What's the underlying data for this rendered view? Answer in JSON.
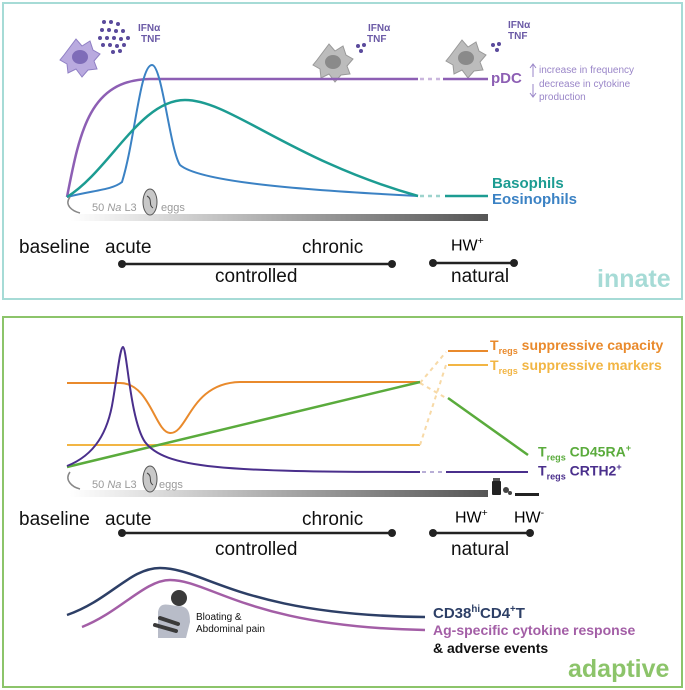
{
  "innate": {
    "panel_label": "innate",
    "cytokine_label_1": "IFNα",
    "cytokine_label_2": "TNF",
    "series": {
      "pdc": "pDC",
      "basophils": "Basophils",
      "eosinophils": "Eosinophils"
    },
    "pdc_note_1": "increase in frequency",
    "pdc_note_2": "decrease in cytokine",
    "pdc_note_3": "production",
    "infection_count": "50",
    "infection_species": "Na",
    "infection_stage": "L3",
    "eggs_label": "eggs",
    "timeline": {
      "baseline": "baseline",
      "acute": "acute",
      "chronic": "chronic",
      "controlled": "controlled",
      "hw": "HW",
      "hw_sup": "+",
      "natural": "natural"
    },
    "colors": {
      "border": "#a6dbd6",
      "pdc": "#8d5fb4",
      "basophils": "#1c9c92",
      "eosinophils": "#3b82c4",
      "label": "#a6dbd6"
    }
  },
  "adaptive": {
    "panel_label": "adaptive",
    "tregs": "T",
    "tregs_sub": "regs",
    "series": {
      "suppressive_capacity": "suppressive capacity",
      "suppressive_markers": "suppressive markers",
      "cd45ra": "CD45RA",
      "cd45ra_sup": "+",
      "crth2": "CRTH2",
      "crth2_sup": "+"
    },
    "infection_count": "50",
    "infection_species": "Na",
    "infection_stage": "L3",
    "eggs_label": "eggs",
    "timeline": {
      "baseline": "baseline",
      "acute": "acute",
      "chronic": "chronic",
      "controlled": "controlled",
      "hw_pos": "HW",
      "hw_pos_sup": "+",
      "hw_neg": "HW",
      "hw_neg_sup": "-",
      "natural": "natural"
    },
    "symptom_label_1": "Bloating &",
    "symptom_label_2": "Abdominal pain",
    "bottom_series": {
      "cd38_a": "CD38",
      "cd38_sup": "hi",
      "cd38_b": "CD4",
      "cd38_sup2": "+",
      "cd38_c": "T",
      "ag_response": "Ag-specific cytokine response",
      "adverse": "& adverse events"
    },
    "colors": {
      "border": "#8cc46a",
      "capacity": "#e98a2c",
      "markers": "#f2b544",
      "cd45ra": "#5aab3c",
      "crth2": "#4a2f8c",
      "cd38": "#2d3f66",
      "ag": "#a35ea6",
      "label": "#8cc46a"
    }
  }
}
